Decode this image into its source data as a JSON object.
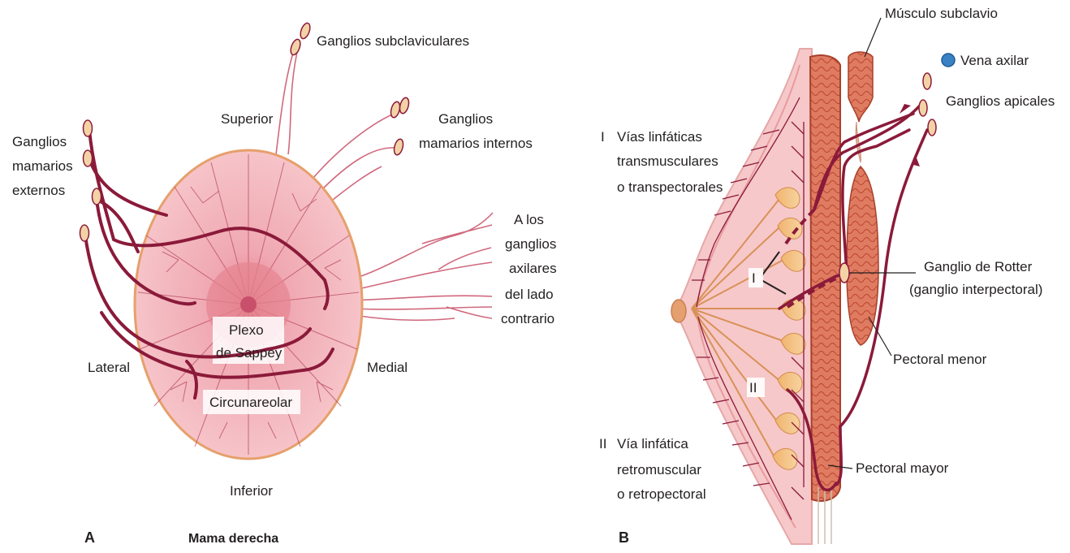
{
  "panel_a": {
    "label": "A",
    "title": "Mama derecha",
    "superior": "Superior",
    "inferior": "Inferior",
    "lateral": "Lateral",
    "medial": "Medial",
    "subclavicular": "Ganglios subclaviculares",
    "internal_1": "Ganglios",
    "internal_2": "mamarios internos",
    "external_1": "Ganglios",
    "external_2": "mamarios",
    "external_3": "externos",
    "contra_1": "A los",
    "contra_2": "ganglios",
    "contra_3": "axilares",
    "contra_4": "del lado",
    "contra_5": "contrario",
    "plexo_1": "Plexo",
    "plexo_2": "de Sappey",
    "circun": "Circunareolar"
  },
  "panel_b": {
    "label": "B",
    "subclavio": "Músculo subclavio",
    "vena": "Vena axilar",
    "apicales": "Ganglios apicales",
    "via1_num": "I",
    "via1_1": "Vías linfáticas",
    "via1_2": "transmusculares",
    "via1_3": "o transpectorales",
    "rotter_1": "Ganglio de Rotter",
    "rotter_2": "(ganglio interpectoral)",
    "pect_menor": "Pectoral menor",
    "pect_mayor": "Pectoral mayor",
    "via2_num": "II",
    "via2_1": "Vía linfática",
    "via2_2": "retromuscular",
    "via2_3": "o retropectoral",
    "roman_1": "I",
    "roman_2": "II"
  },
  "colors": {
    "vessel": "#8b1a3a",
    "lymph_thin": "#d0697e",
    "breast_fill": "#f2b8bf",
    "node_fill": "#f3d3a6",
    "vein": "#3b82c4"
  }
}
